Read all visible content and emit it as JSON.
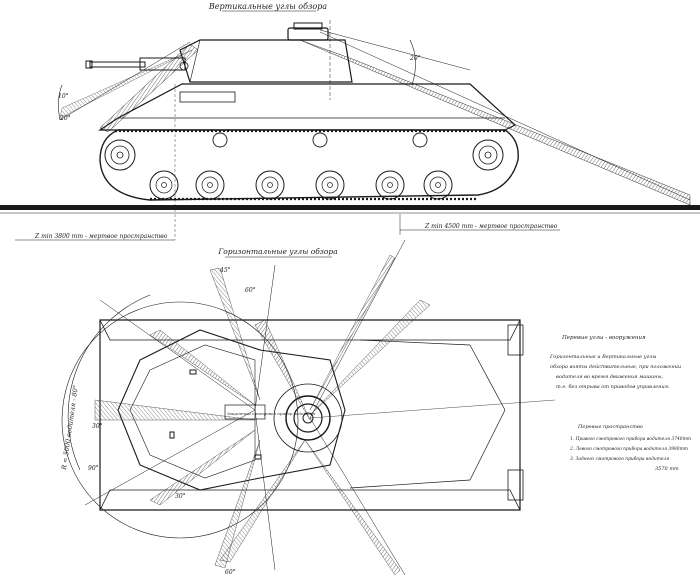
{
  "titles": {
    "vertical_view": "Вертикальные углы обзора",
    "horizontal_view": "Горизонтальные углы обзора"
  },
  "dimensions": {
    "dead_zone_left": "Z min 3800 mm - мертвое пространство",
    "dead_zone_right": "Z min 4500 mm - мертвое пространство",
    "radius_label": "R = 5000 водителя - 80°",
    "overall_length": "3570 mm"
  },
  "angles": {
    "side_top_left": "10°",
    "side_top_right": "20°",
    "side_low": "20°",
    "plan_top_a": "45°",
    "plan_top_b": "60°",
    "plan_left_a": "30°",
    "plan_left_b": "90°",
    "plan_bottom_a": "30°",
    "plan_bottom_b": "60°"
  },
  "notes": {
    "heading": "Перевые углы - вооружения",
    "body": [
      "Горизонтальные и Вертикальные углы",
      "обзора взяты действительные, при положении",
      "водителя во время движения машины,",
      "т.е. без отрыва от приводов управления."
    ],
    "list_heading": "Перевые пространство",
    "list": [
      "1. Правого смотрового прибора водителя 3740mm",
      "2. Левого смотрового прибора водителя 3980mm",
      "3. Заднего смотрового прибора водителя"
    ]
  },
  "plan_labels": {
    "driver_seat": "Защитный смотровой прибор водителя"
  },
  "colors": {
    "ink": "#1a1a1a",
    "paper": "#ffffff"
  }
}
